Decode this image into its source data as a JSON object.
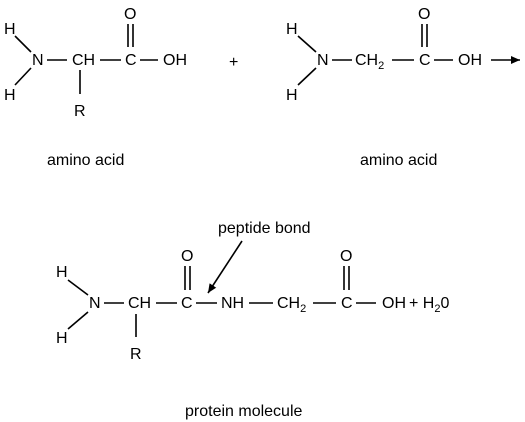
{
  "equation": {
    "reactant1": {
      "atoms": {
        "h_top": "H",
        "n": "N",
        "h_bottom": "H",
        "ch": "CH",
        "r": "R",
        "o": "O",
        "c": "C",
        "oh": "OH"
      },
      "caption": "amino acid"
    },
    "plus_sign": "+",
    "reactant2": {
      "atoms": {
        "h_top": "H",
        "n": "N",
        "h_bottom": "H",
        "ch2_base": "CH",
        "ch2_sub": "2",
        "o": "O",
        "c": "C",
        "oh": "OH"
      },
      "caption": "amino acid"
    },
    "product": {
      "annotation": "peptide bond",
      "atoms": {
        "h_top": "H",
        "n": "N",
        "h_bottom": "H",
        "ch": "CH",
        "r": "R",
        "o1": "O",
        "c1": "C",
        "nh": "NH",
        "ch2_base": "CH",
        "ch2_sub": "2",
        "o2": "O",
        "c2": "C",
        "oh": "OH",
        "plus_water": "+ H",
        "water_sub": "2",
        "water_o": "0"
      },
      "caption": "protein molecule"
    }
  },
  "colors": {
    "ink": "#000000",
    "background": "#ffffff"
  }
}
